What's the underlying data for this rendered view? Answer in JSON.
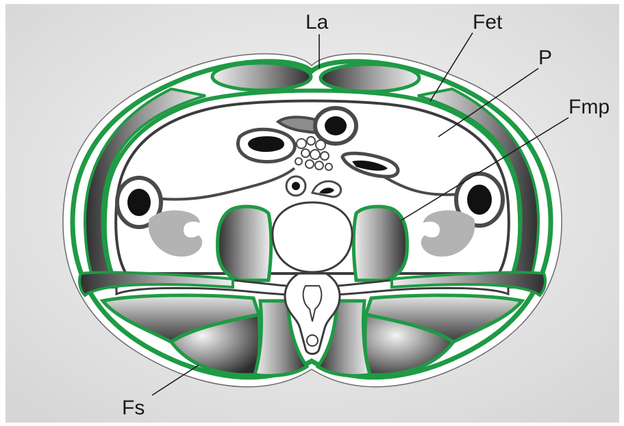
{
  "diagram": {
    "labels": {
      "la": "La",
      "fet": "Fet",
      "p": "P",
      "fmp": "Fmp",
      "fs": "Fs"
    },
    "colors": {
      "fascia": "#1f9a45",
      "outline": "#4a4a4a",
      "background": "#e9e9e9",
      "cavity": "#ffffff",
      "kidney": "#b3b3b3"
    }
  }
}
